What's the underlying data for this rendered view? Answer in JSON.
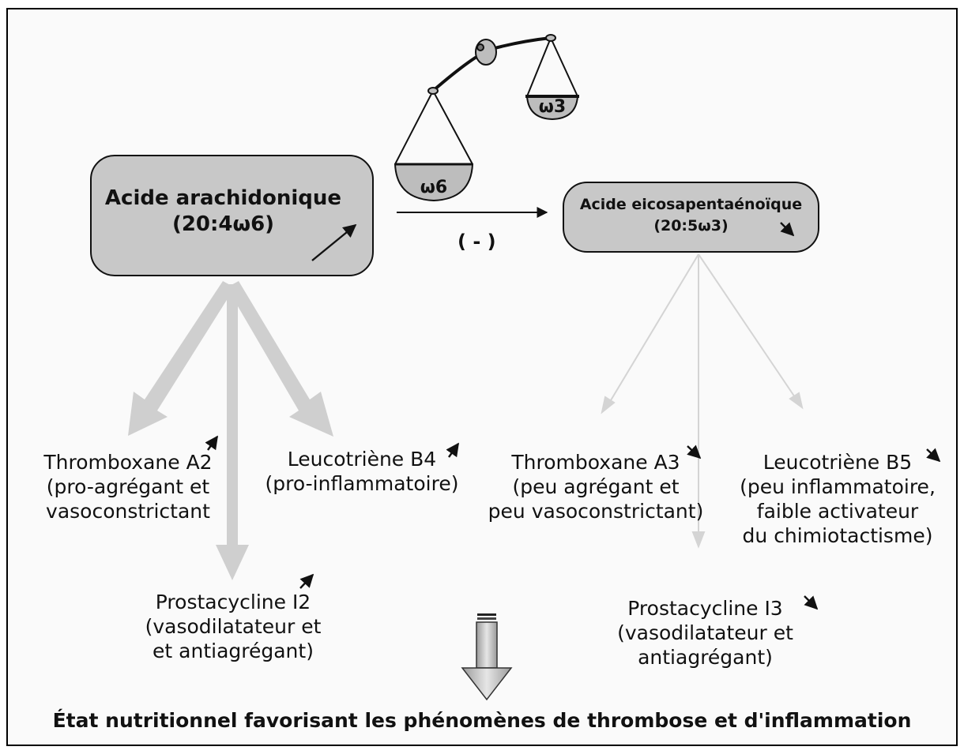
{
  "balance": {
    "left_pan_label": "ω6",
    "right_pan_label": "ω3"
  },
  "aa": {
    "name": "Acide arachidonique",
    "formula": "(20:4ω6)"
  },
  "epa": {
    "name": "Acide eicosapentaénoïque",
    "formula": "(20:5ω3)"
  },
  "inhibition_label": "( - )",
  "omega6_products": {
    "txa2": {
      "name": "Thromboxane A2",
      "line2": "(pro-agrégant et",
      "line3": "vasoconstrictant"
    },
    "ltb4": {
      "name": "Leucotriène B4",
      "line2": "(pro-inflammatoire)"
    },
    "pgi2": {
      "name": "Prostacycline I2",
      "line2": "(vasodilatateur et",
      "line3": "et antiagrégant)"
    }
  },
  "omega3_products": {
    "txa3": {
      "name": "Thromboxane A3",
      "line2": "(peu agrégant et",
      "line3": "peu vasoconstrictant)"
    },
    "ltb5": {
      "name": "Leucotriène B5",
      "line2": "(peu inflammatoire,",
      "line3": "faible activateur",
      "line4": "du chimiotactisme)"
    },
    "pgi3": {
      "name": "Prostacycline I3",
      "line2": "(vasodilatateur et",
      "line3": "antiagrégant)"
    }
  },
  "conclusion": "État nutritionnel favorisant les phénomènes de thrombose et d'inflammation",
  "colors": {
    "box_fill": "#c8c8c8",
    "thick_arrow": "#cfcfcf",
    "thin_arrow": "#d4d4d4",
    "ink": "#111111"
  }
}
